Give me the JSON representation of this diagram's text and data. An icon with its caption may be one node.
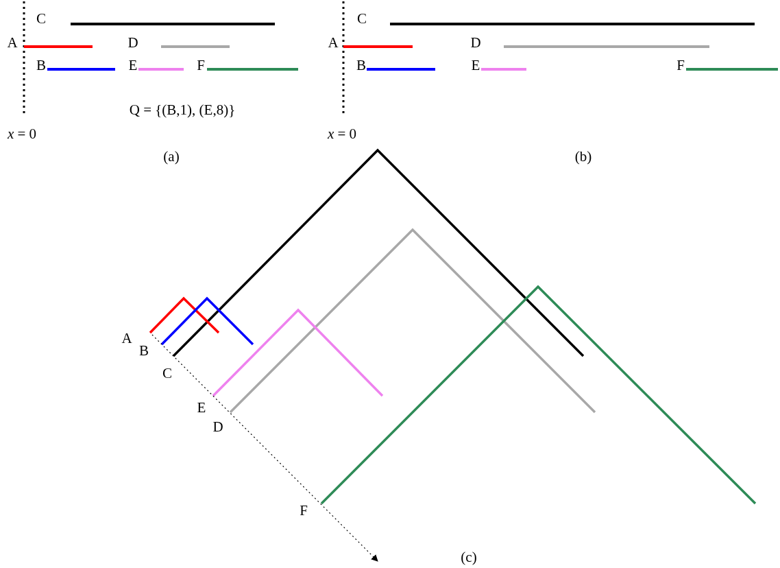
{
  "diagram": {
    "labels": [
      "C",
      "A",
      "D",
      "B",
      "E",
      "F",
      "Q = {(B,1), (E,8)}",
      "*x* = 0",
      "(a)",
      "C",
      "A",
      "D",
      "B",
      "E",
      "F",
      "*x* = 0",
      "(b)",
      "A",
      "B",
      "C",
      "E",
      "D",
      "F",
      "(c)"
    ]
  }
}
